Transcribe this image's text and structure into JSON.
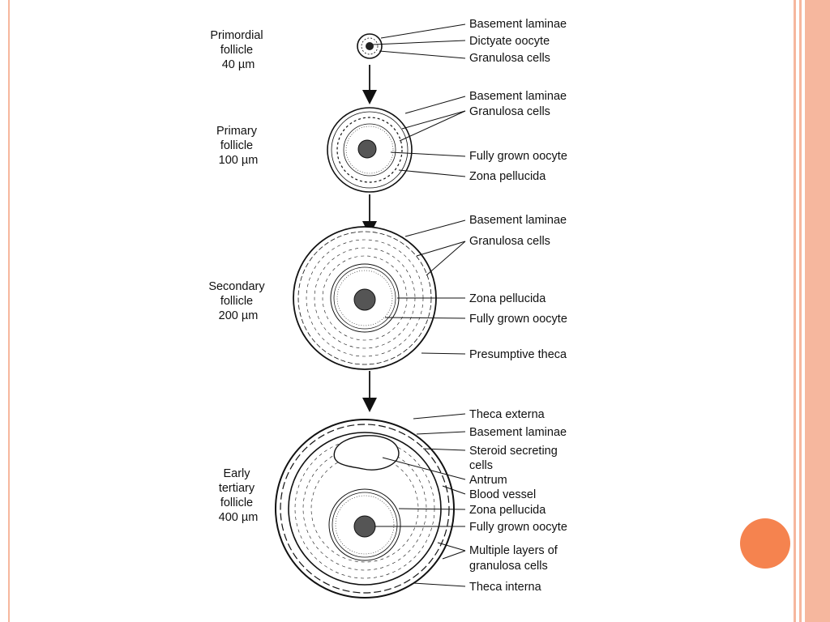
{
  "colors": {
    "frame": "#f6b79e",
    "accent": "#f5834f",
    "ink": "#111111"
  },
  "stages": [
    {
      "name_lines": [
        "Primordial",
        "follicle",
        "40 µm"
      ],
      "labels": [
        "Basement laminae",
        "Dictyate oocyte",
        "Granulosa cells"
      ]
    },
    {
      "name_lines": [
        "Primary",
        "follicle",
        "100 µm"
      ],
      "labels": [
        "Basement laminae",
        "Granulosa cells",
        "Fully grown oocyte",
        "Zona pellucida"
      ]
    },
    {
      "name_lines": [
        "Secondary",
        "follicle",
        "200 µm"
      ],
      "labels": [
        "Basement laminae",
        "Granulosa cells",
        "Zona pellucida",
        "Fully grown oocyte",
        "Presumptive theca"
      ]
    },
    {
      "name_lines": [
        "Early",
        "tertiary",
        "follicle",
        "400 µm"
      ],
      "labels": [
        "Theca externa",
        "Basement laminae",
        "Steroid secreting",
        "cells",
        "Antrum",
        "Blood vessel",
        "Zona pellucida",
        "Fully grown oocyte",
        "Multiple layers of",
        "granulosa cells",
        "Theca interna"
      ]
    }
  ]
}
